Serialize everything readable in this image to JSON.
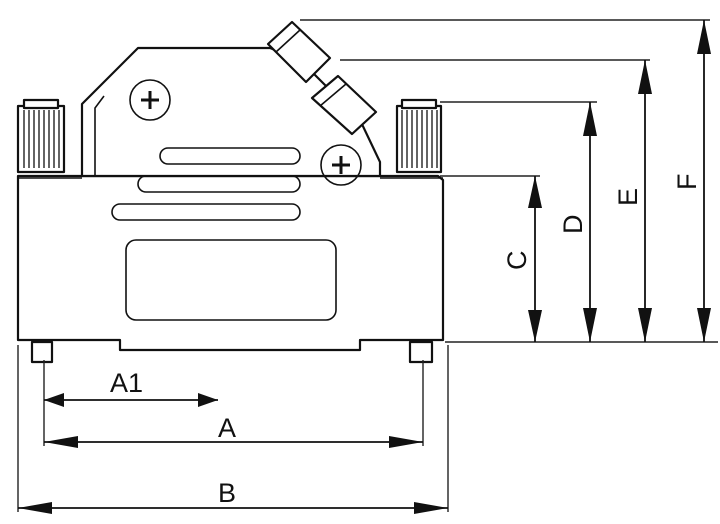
{
  "figure": {
    "labels": {
      "A1": "A1",
      "A": "A",
      "B": "B",
      "C": "C",
      "D": "D",
      "E": "E",
      "F": "F"
    },
    "icons": [
      "screw-head-icon",
      "thumb-screw-icon",
      "latch-icon"
    ]
  }
}
